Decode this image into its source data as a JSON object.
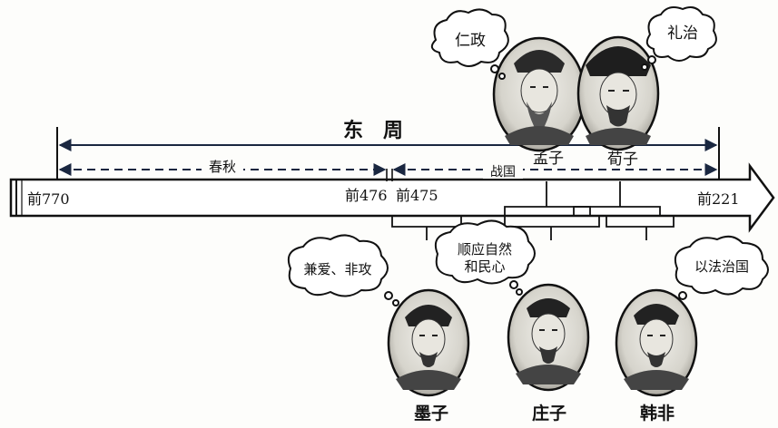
{
  "era": {
    "dynasty": "东　周",
    "spring_autumn": "春秋",
    "warring_states": "战国"
  },
  "years": {
    "start": "前770",
    "end_spring_autumn": "前476",
    "start_warring": "前475",
    "end": "前221"
  },
  "thinkers": {
    "mengzi": {
      "name": "孟子",
      "idea": "仁政"
    },
    "xunzi": {
      "name": "荀子",
      "idea": "礼治"
    },
    "mozi": {
      "name": "墨子",
      "idea": "兼爱、非攻"
    },
    "zhuangzi": {
      "name": "庄子",
      "idea_line1": "顺应自然",
      "idea_line2": "和民心"
    },
    "hanfei": {
      "name": "韩非",
      "idea": "以法治国"
    }
  }
}
